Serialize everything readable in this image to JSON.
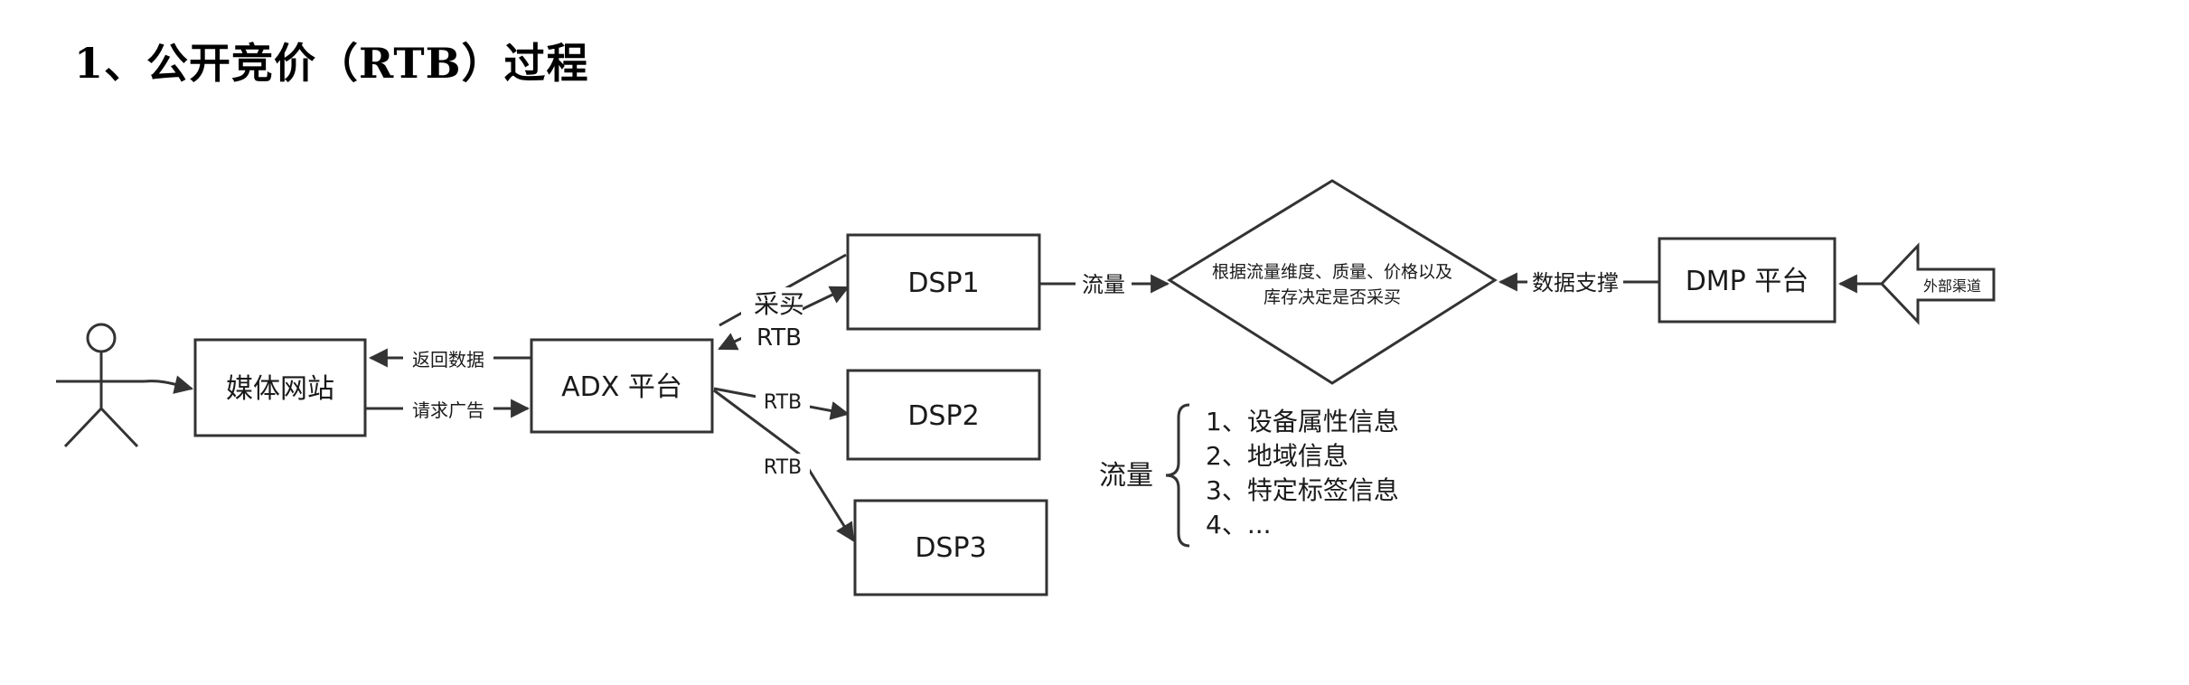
{
  "title": "1、公开竞价（RTB）过程",
  "nodes": {
    "media_site": "媒体网站",
    "adx": "ADX 平台",
    "dsp1": "DSP1",
    "dsp2": "DSP2",
    "dsp3": "DSP3",
    "decision": [
      "根据流量维度、质量、价格以及",
      "库存决定是否采买"
    ],
    "dmp": "DMP 平台",
    "external": "外部渠道"
  },
  "edges": {
    "return_data": "返回数据",
    "request_ad": "请求广告",
    "buy": "采买",
    "rtb_dsp1": "RTB",
    "rtb_dsp2": "RTB",
    "rtb_dsp3": "RTB",
    "traffic": "流量",
    "data_support": "数据支撑"
  },
  "traffic_note": {
    "label": "流量",
    "items": [
      "1、设备属性信息",
      "2、地域信息",
      "3、特定标签信息",
      "4、..."
    ]
  }
}
